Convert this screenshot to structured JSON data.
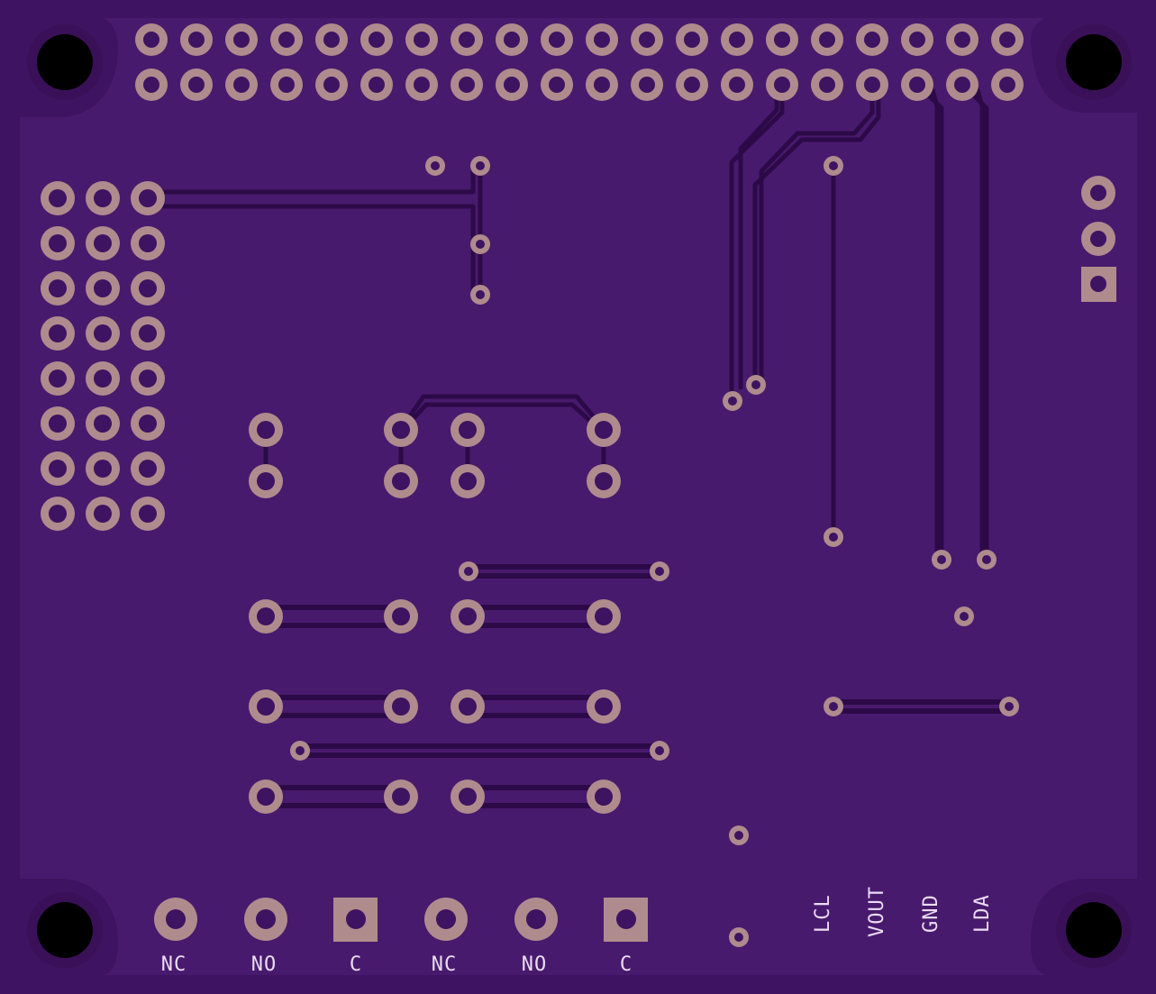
{
  "colors": {
    "background": "#000000",
    "board": "#3e1361",
    "board_edge": "#2a0a45",
    "copper_pour": "#4a1a70",
    "trace": "#2c0a48",
    "pad": "#b08b8d",
    "pad_hole": "#3e1361",
    "mount_hole": "#000000",
    "silkscreen": "#e9dcf2"
  },
  "silkscreen": {
    "relay1": {
      "nc": "NC",
      "no": "NO",
      "c": "C"
    },
    "relay2": {
      "nc": "NC",
      "no": "NO",
      "c": "C"
    },
    "header": {
      "lcl": "LCL",
      "vout": "VOUT",
      "gnd": "GND",
      "lda": "LDA"
    }
  }
}
